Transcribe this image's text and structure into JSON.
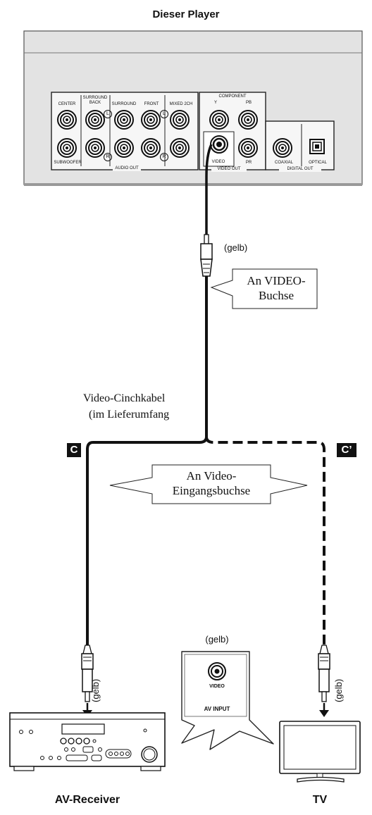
{
  "title": "Dieser Player",
  "panel": {
    "audio_labels": {
      "center": "CENTER",
      "surround_back": "SURROUND\nBACK",
      "surround": "SURROUND",
      "front": "FRONT",
      "mixed": "MIXED 2CH",
      "subwoofer": "SUBWOOFER",
      "group": "AUDIO OUT",
      "l": "L",
      "r": "R"
    },
    "component_labels": {
      "component": "COMPONENT",
      "y": "Y",
      "pb": "PB",
      "pr": "PR",
      "video": "VIDEO",
      "group": "VIDEO OUT"
    },
    "digital_labels": {
      "coaxial": "COAXIAL",
      "optical": "OPTICAL",
      "group": "DIGITAL OUT"
    }
  },
  "labels": {
    "yellow_top": "(gelb)",
    "to_video_jack": "An VIDEO-\nBuchse",
    "cable_line1": "Video-Cinchkabel",
    "cable_line2": "(im Lieferumfang",
    "tag_c": "C",
    "tag_c_prime": "C’",
    "to_video_input": "An Video-\nEingangsbuchse",
    "yellow_left": "(gelb)",
    "yellow_right": "(gelb)",
    "yellow_middle": "(gelb)",
    "inset_video": "VIDEO",
    "inset_av_input": "AV INPUT",
    "receiver_name": "AV-Receiver",
    "tv_name": "TV"
  }
}
